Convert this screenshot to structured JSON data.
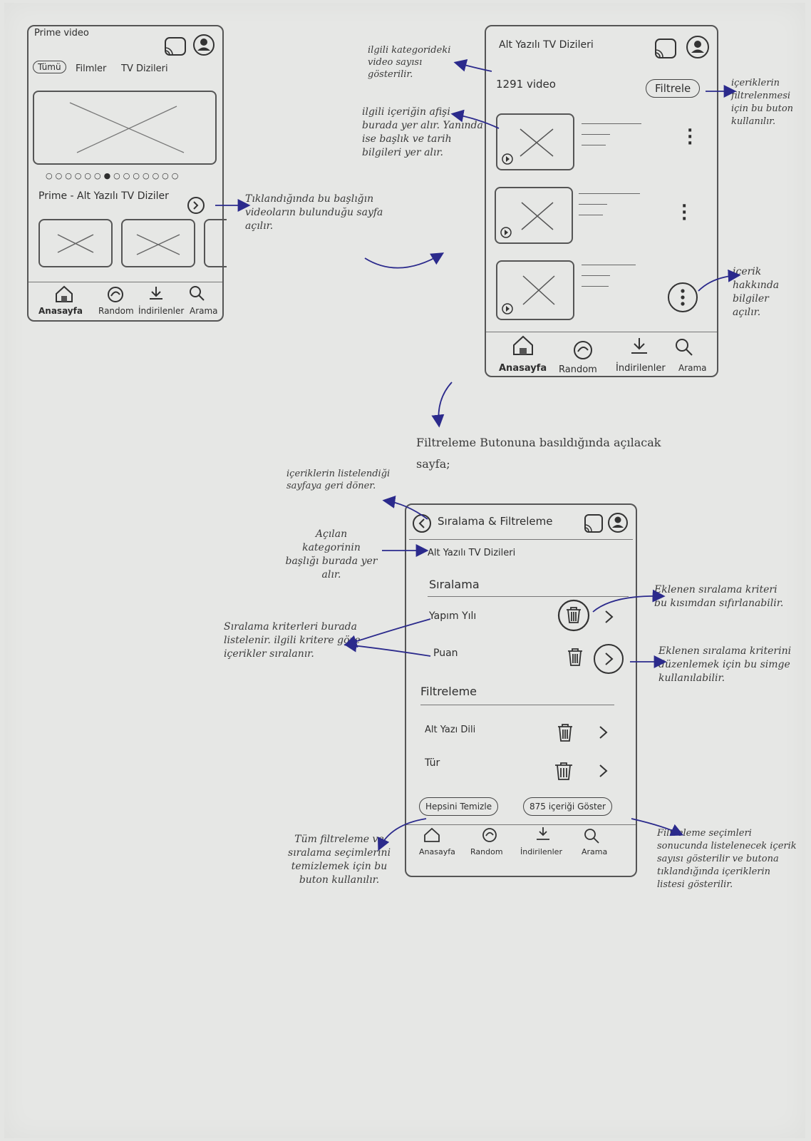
{
  "screen1": {
    "brand": "Prime video",
    "tabs": [
      "Tümü",
      "Filmler",
      "TV Dizileri"
    ],
    "section_title": "Prime - Alt Yazılı TV Diziler",
    "nav": [
      "Anasayfa",
      "Random",
      "İndirilenler",
      "Arama"
    ]
  },
  "screen2": {
    "title": "Alt Yazılı TV Dizileri",
    "video_count": "1291 video",
    "filter_button": "Filtrele",
    "nav": [
      "Anasayfa",
      "Random",
      "İndirilenler",
      "Arama"
    ]
  },
  "screen3": {
    "title": "Sıralama & Filtreleme",
    "category": "Alt Yazılı TV Dizileri",
    "sort_header": "Sıralama",
    "sort_items": [
      "Yapım Yılı",
      "Puan"
    ],
    "filter_header": "Filtreleme",
    "filter_items": [
      "Alt Yazı Dili",
      "Tür"
    ],
    "clear_button": "Hepsini Temizle",
    "show_button": "875 içeriği Göster",
    "nav": [
      "Anasayfa",
      "Random",
      "İndirilenler",
      "Arama"
    ]
  },
  "annotations": {
    "category_count": "ilgili kategorideki video sayısı gösterilir.",
    "poster": "ilgili içeriğin afişi burada yer alır. Yanında ise başlık ve tarih bilgileri yer alır.",
    "filter_btn": "içeriklerin filtrelenmesi için bu buton kullanılır.",
    "title_click": "Tıklandığında bu başlığın videoların bulunduğu sayfa açılır.",
    "info": "içerik hakkında bilgiler açılır.",
    "filter_page": "Filtreleme Butonuna basıldığında açılacak sayfa;",
    "back": "içeriklerin listelendiği sayfaya geri döner.",
    "category_title": "Açılan kategorinin başlığı burada yer alır.",
    "criteria_reset": "Eklenen sıralama kriteri bu kısımdan sıfırlanabilir.",
    "criteria_list": "Sıralama kriterleri burada listelenir. ilgili kritere göre içerikler sıralanır.",
    "criteria_edit": "Eklenen sıralama kriterini düzenlemek için bu simge kullanılabilir.",
    "clear_all": "Tüm filtreleme ve sıralama seçimlerini temizlemek için bu buton kullanılır.",
    "result_count": "Filtreleme seçimleri sonucunda listelenecek içerik sayısı gösterilir ve butona tıklandığında içeriklerin listesi gösterilir."
  }
}
